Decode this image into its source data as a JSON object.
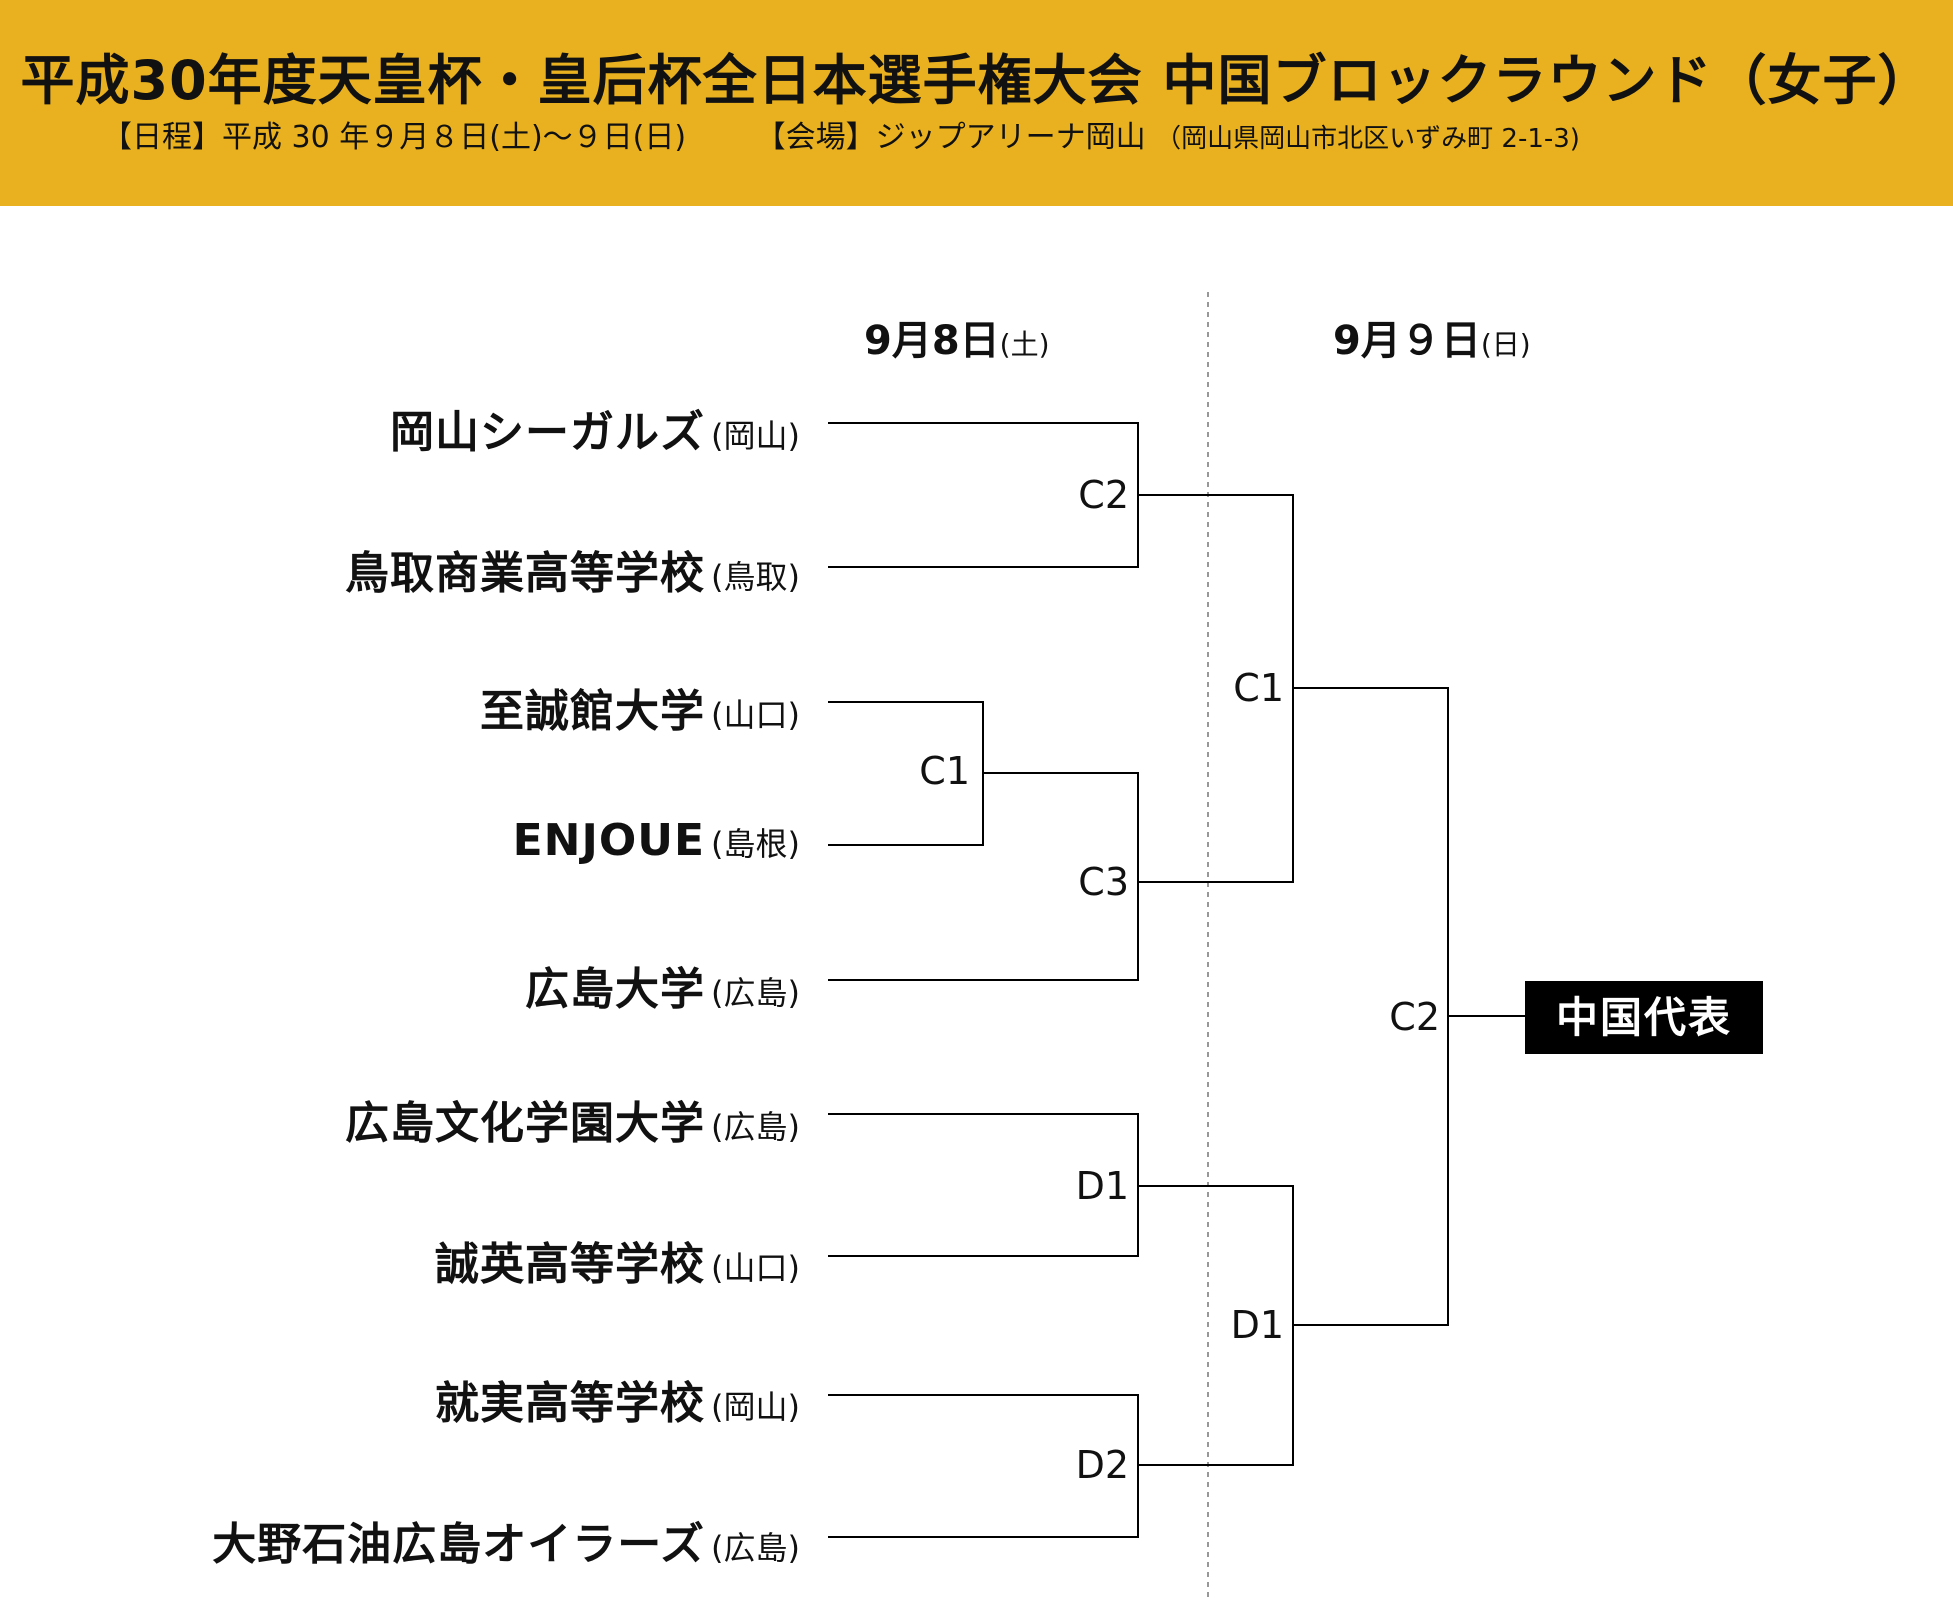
{
  "header": {
    "title": "平成30年度天皇杯・皇后杯全日本選手権大会 中国ブロックラウンド（女子）",
    "schedule_label": "【日程】",
    "schedule_value": "平成 30 年９月８日(土)～９日(日)",
    "venue_label": "【会場】",
    "venue_value": "ジップアリーナ岡山",
    "venue_address": "（岡山県岡山市北区いずみ町 2-1-3)",
    "background_color": "#e9b11f"
  },
  "days": [
    {
      "date": "9月8日",
      "weekday": "(土)"
    },
    {
      "date": "9月９日",
      "weekday": "(日)"
    }
  ],
  "teams": [
    {
      "name": "岡山シーガルズ",
      "pref": "(岡山)"
    },
    {
      "name": "鳥取商業高等学校",
      "pref": "(鳥取)"
    },
    {
      "name": "至誠館大学",
      "pref": "(山口)"
    },
    {
      "name": "ENJOUE",
      "pref": "(島根)"
    },
    {
      "name": "広島大学",
      "pref": "(広島)"
    },
    {
      "name": "広島文化学園大学",
      "pref": "(広島)"
    },
    {
      "name": "誠英高等学校",
      "pref": "(山口)"
    },
    {
      "name": "就実高等学校",
      "pref": "(岡山)"
    },
    {
      "name": "大野石油広島オイラーズ",
      "pref": "(広島)"
    }
  ],
  "matches": [
    {
      "label": "C2"
    },
    {
      "label": "C1"
    },
    {
      "label": "C3"
    },
    {
      "label": "D1"
    },
    {
      "label": "D2"
    },
    {
      "label": "C1"
    },
    {
      "label": "D1"
    },
    {
      "label": "C2"
    }
  ],
  "winner_label": "中国代表"
}
